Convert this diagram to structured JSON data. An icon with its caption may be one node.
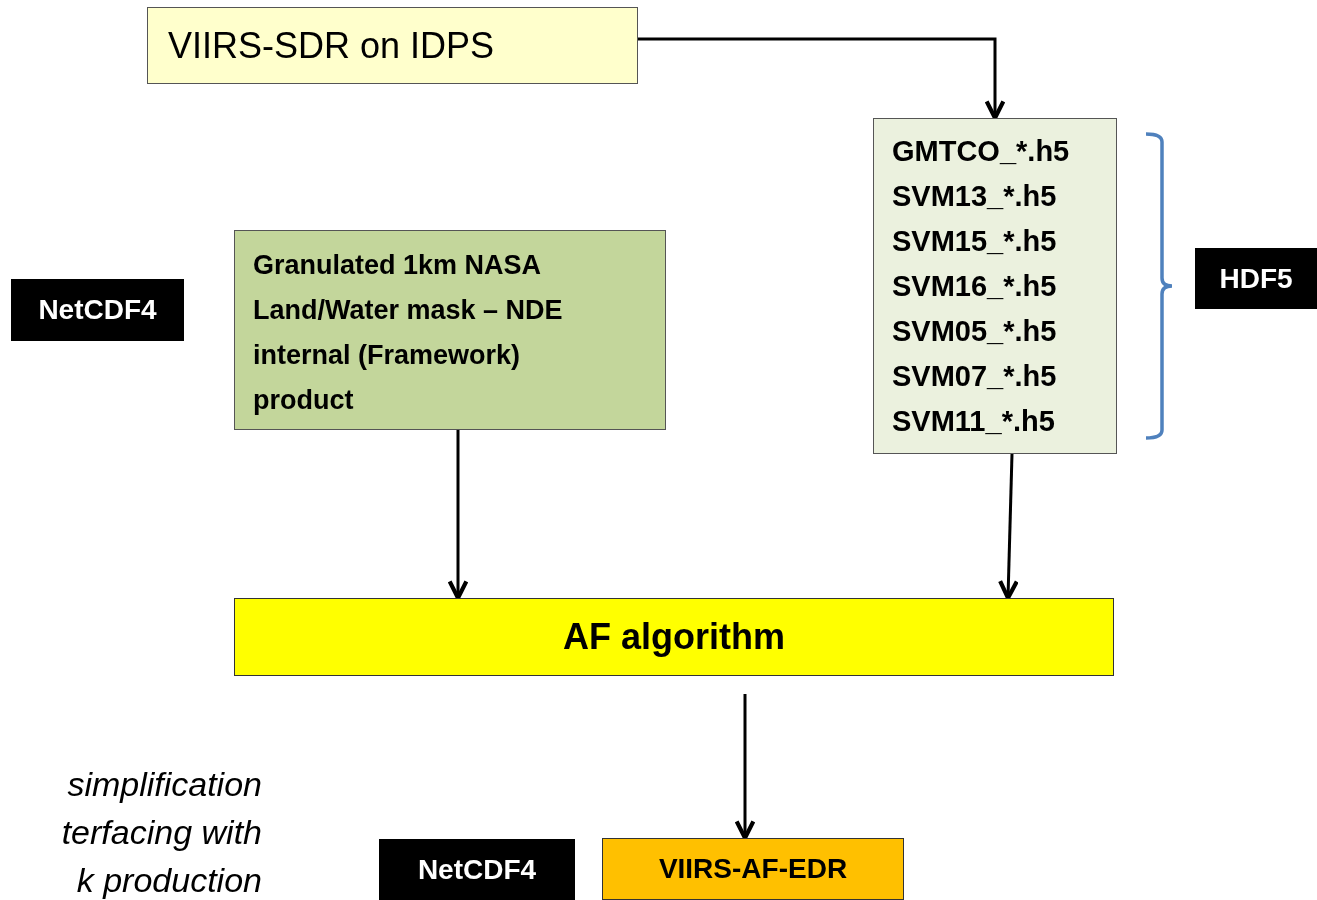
{
  "diagram": {
    "nodes": [
      {
        "text": [
          "VIIRS-SDR on IDPS"
        ]
      },
      {
        "text": [
          "GMTCO_*.h5",
          "SVM13_*.h5",
          "SVM15_*.h5",
          "SVM16_*.h5",
          "SVM05_*.h5",
          "SVM07_*.h5",
          "SVM11_*.h5"
        ]
      },
      {
        "text": [
          "Granulated 1km NASA Land/Water mask – NDE internal (Framework) product"
        ]
      },
      {
        "text": [
          "AF algorithm"
        ]
      },
      {
        "text": [
          "VIIRS-AF-EDR"
        ]
      },
      {
        "text": [
          "NetCDF4"
        ]
      },
      {
        "text": [
          "HDF5"
        ]
      },
      {
        "text": [
          "NetCDF4"
        ]
      }
    ],
    "edges": [
      {
        "from": 0,
        "to": 1,
        "arrow": "to"
      },
      {
        "from": 2,
        "to": 3,
        "arrow": "to"
      },
      {
        "from": 1,
        "to": 3,
        "arrow": "to"
      },
      {
        "from": 3,
        "to": 4,
        "arrow": "to"
      }
    ],
    "labels": [
      "simplification",
      "terfacing with",
      "k production"
    ]
  }
}
